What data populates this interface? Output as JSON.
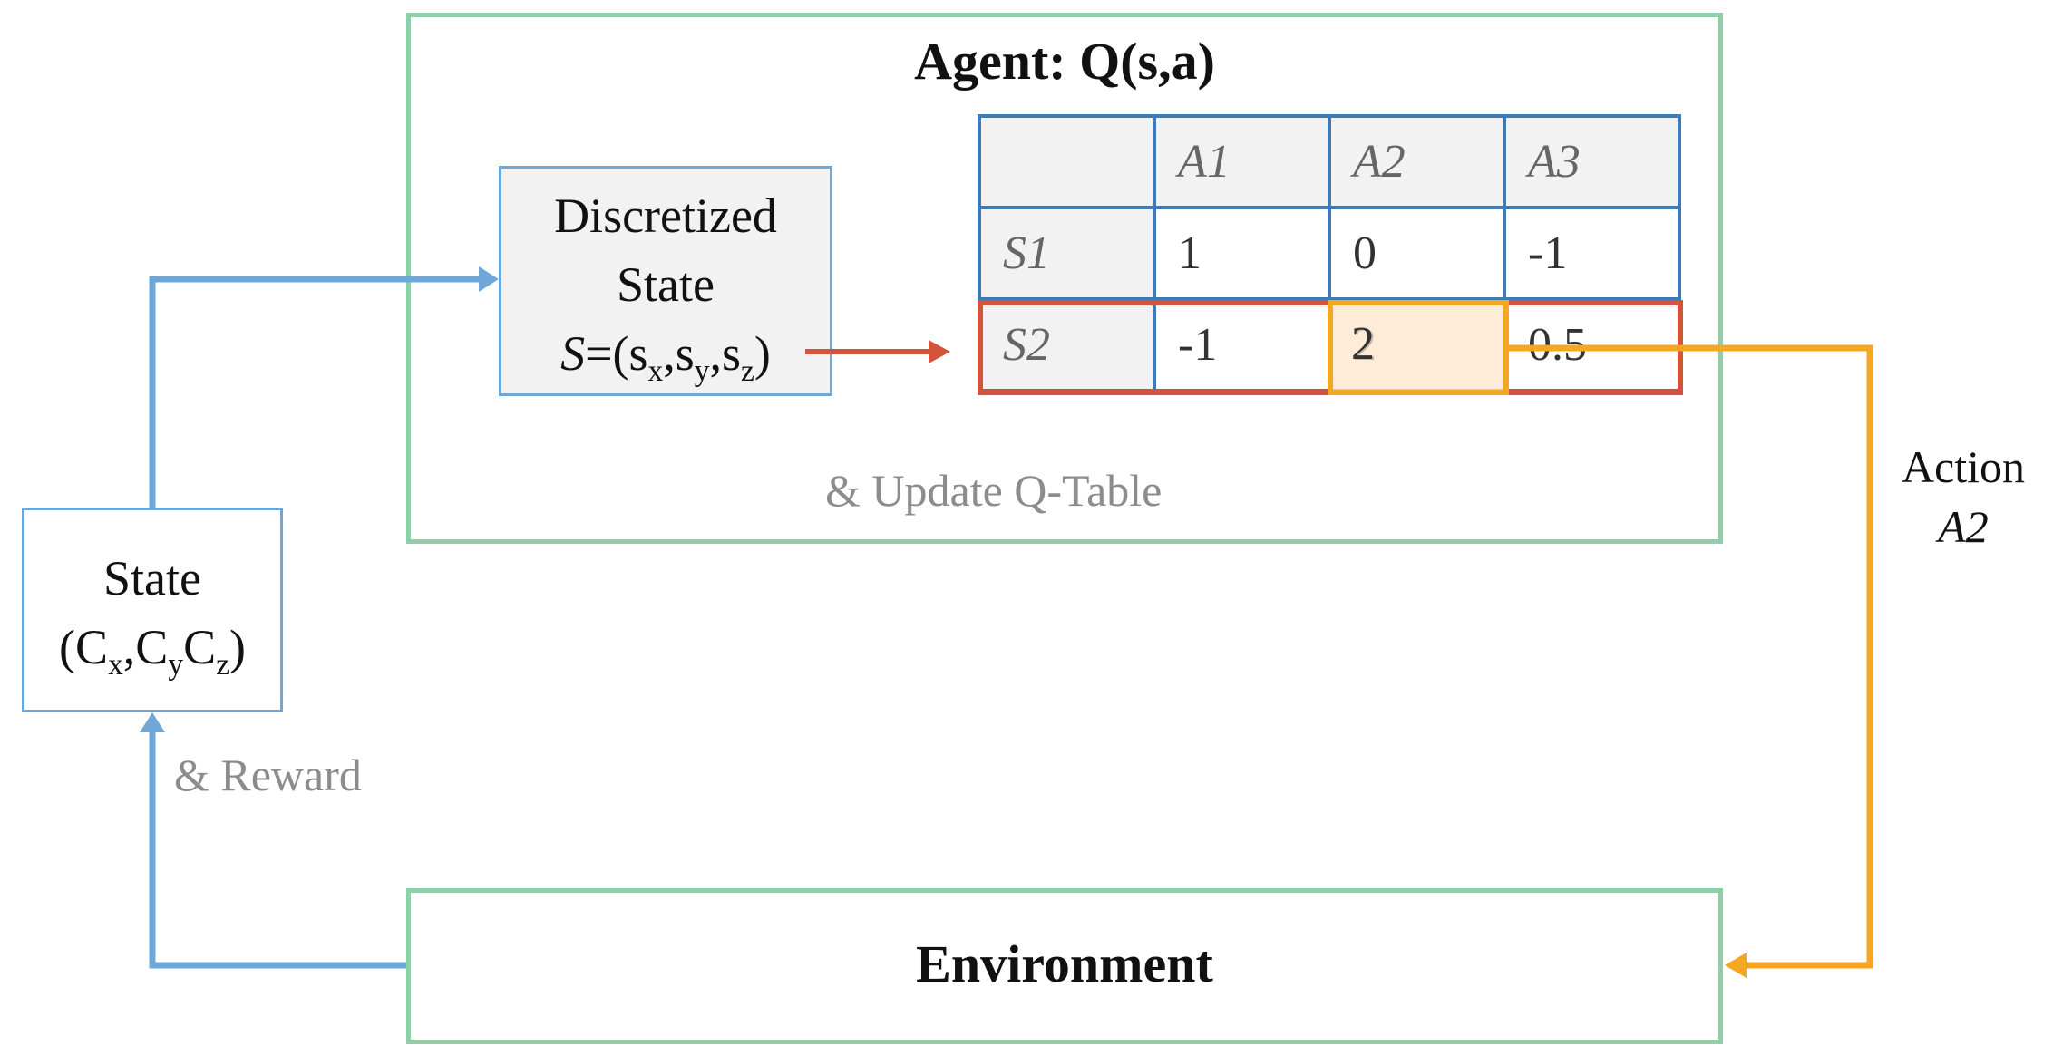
{
  "agent": {
    "title": "Agent: Q(s,a)",
    "update_label": "& Update Q-Table"
  },
  "discretized": {
    "line1": "Discretized",
    "line2": "State",
    "formula": {
      "var": "S",
      "eq": "=(",
      "s_x": "s",
      "s_x_sub": "x",
      "s_y": "s",
      "s_y_sub": "y",
      "s_z": "s",
      "s_z_sub": "z",
      "close": ")"
    }
  },
  "q_table": {
    "corner": "",
    "headers": [
      "A1",
      "A2",
      "A3"
    ],
    "rows": [
      {
        "label": "S1",
        "values": [
          "1",
          "0",
          "-1"
        ]
      },
      {
        "label": "S2",
        "values": [
          "-1",
          "2",
          "0.5"
        ]
      }
    ],
    "selected_action_value": "2"
  },
  "state": {
    "line1": "State",
    "c_x": "C",
    "c_x_sub": "x",
    "c_y": "C",
    "c_y_sub": "y",
    "c_z": "C",
    "c_z_sub": "z"
  },
  "reward_label": "& Reward",
  "action": {
    "line1": "Action",
    "line2": "A2"
  },
  "environment": {
    "title": "Environment"
  },
  "colors": {
    "green_border": "#8fcfa8",
    "blue": "#6fa8d8",
    "table_blue": "#3f7ab5",
    "red": "#d1543b",
    "orange": "#f5a623",
    "gray_text": "#8c8c8c"
  }
}
